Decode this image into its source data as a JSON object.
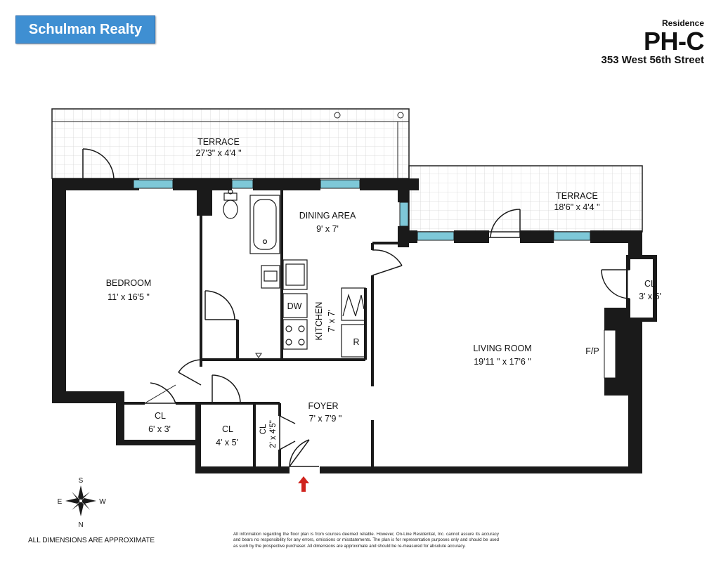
{
  "brand": {
    "name": "Schulman Realty",
    "color": "#3f8fd2"
  },
  "residence": {
    "label": "Residence",
    "code": "PH-C",
    "address": "353 West 56th Street"
  },
  "rooms": {
    "terrace_1": {
      "name": "TERRACE",
      "size": "27'3\" x 4'4 \""
    },
    "terrace_2": {
      "name": "TERRACE",
      "size": "18'6\" x 4'4 \""
    },
    "dining": {
      "name": "DINING AREA",
      "size": "9' x 7'"
    },
    "bedroom": {
      "name": "BEDROOM",
      "size": "11' x 16'5 \""
    },
    "kitchen": {
      "name": "KITCHEN",
      "size": "7' x 7'"
    },
    "living": {
      "name": "LIVING ROOM",
      "size": "19'11 \" x 17'6 \""
    },
    "foyer": {
      "name": "FOYER",
      "size": "7' x 7'9 \""
    },
    "cl_entry": {
      "name": "CL",
      "size": "3' x 5'"
    },
    "cl_bed": {
      "name": "CL",
      "size": "6' x 3'"
    },
    "cl_mid": {
      "name": "CL",
      "size": "4' x 5'"
    },
    "cl_small": {
      "name": "CL",
      "size": "2' x 4'5\""
    }
  },
  "fixtures": {
    "dishwasher": "DW",
    "refrigerator": "R",
    "fireplace": "F/P"
  },
  "compass": {
    "top": "S",
    "bottom": "N",
    "left": "E",
    "right": "W"
  },
  "footer": {
    "approx": "ALL DIMENSIONS ARE APPROXIMATE",
    "disclaimer": "All information regarding the floor plan is from sources deemed reliable. However, On-Line Residential, Inc. cannot assure its accuracy and bears no responsibility for any errors, omissions or misstatements. The plan is for representation purposes only and should be used as such by the prospective purchaser. All dimensions are approximate and should be re-measured for absolute accuracy."
  },
  "colors": {
    "wall": "#1a1a1a",
    "window": "#7ec8d8",
    "entry_arrow": "#d0231d"
  }
}
